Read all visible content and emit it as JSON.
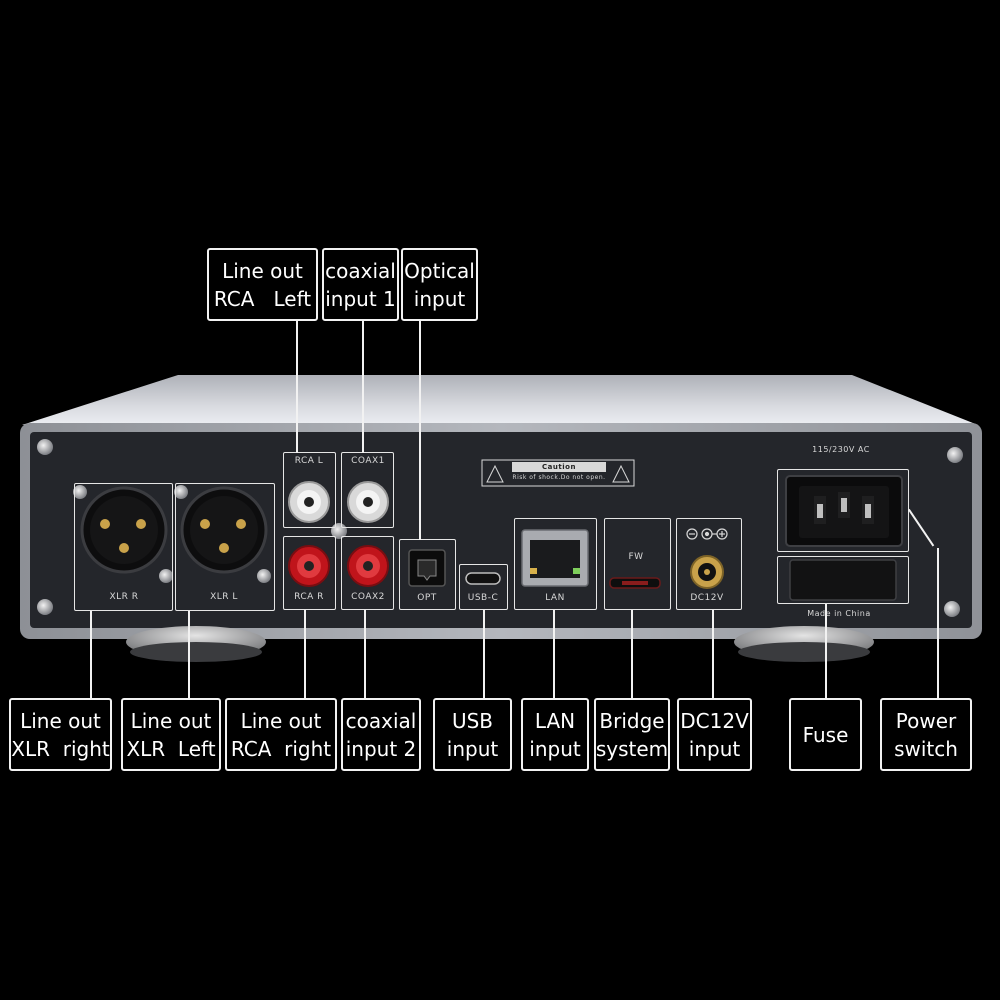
{
  "device": {
    "panel_labels": {
      "xlr_r": "XLR R",
      "xlr_l": "XLR L",
      "rca_l": "RCA L",
      "rca_r": "RCA R",
      "coax1": "COAX1",
      "coax2": "COAX2",
      "opt": "OPT",
      "usb_c": "USB-C",
      "lan": "LAN",
      "fw": "FW",
      "dc12v": "DC12V",
      "voltage": "115/230V AC",
      "made_in": "Made in China",
      "caution_title": "Caution",
      "caution_text": "Risk of shock.Do not open."
    },
    "colors": {
      "body_top": "#c9cbd0",
      "panel": "#26282d",
      "rca_red": "#c0141b",
      "rca_white": "#e8e8e8",
      "gold": "#c9a24a"
    }
  },
  "callouts": {
    "top": [
      {
        "id": "rca-left",
        "line1": "Line out",
        "line2": "RCA   Left"
      },
      {
        "id": "coaxial-1",
        "line1": "coaxial",
        "line2": "input 1"
      },
      {
        "id": "optical",
        "line1": "Optical",
        "line2": "input"
      }
    ],
    "bottom": [
      {
        "id": "xlr-right",
        "line1": "Line out",
        "line2": "XLR  right"
      },
      {
        "id": "xlr-left",
        "line1": "Line out",
        "line2": "XLR  Left"
      },
      {
        "id": "rca-right",
        "line1": "Line out",
        "line2": "RCA  right"
      },
      {
        "id": "coaxial-2",
        "line1": "coaxial",
        "line2": "input 2"
      },
      {
        "id": "usb",
        "line1": "USB",
        "line2": "input"
      },
      {
        "id": "lan",
        "line1": "LAN",
        "line2": "input"
      },
      {
        "id": "bridge",
        "line1": "Bridge",
        "line2": "system"
      },
      {
        "id": "dc12v",
        "line1": "DC12V",
        "line2": "input"
      },
      {
        "id": "fuse",
        "line1": "Fuse",
        "line2": ""
      },
      {
        "id": "power",
        "line1": "Power",
        "line2": "switch"
      }
    ]
  }
}
